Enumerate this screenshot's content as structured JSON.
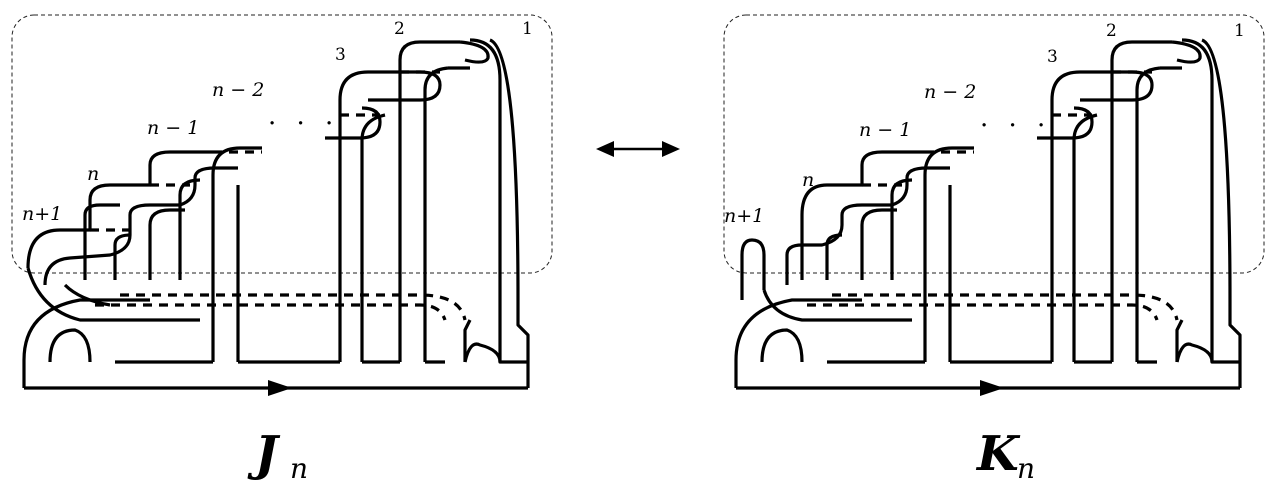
{
  "left": {
    "title": "J",
    "subscript": "n",
    "labels": {
      "n_plus_1": "n+1",
      "n": "n",
      "n_minus_1": "n − 1",
      "n_minus_2": "n − 2",
      "three": "3",
      "two": "2",
      "one": "1"
    }
  },
  "right": {
    "title": "K",
    "subscript": "n",
    "labels": {
      "n_plus_1": "n+1",
      "n": "n",
      "n_minus_1": "n − 1",
      "n_minus_2": "n − 2",
      "three": "3",
      "two": "2",
      "one": "1"
    }
  },
  "ellipsis": "· · ·",
  "arrow_symbol": "double-arrow-icon"
}
